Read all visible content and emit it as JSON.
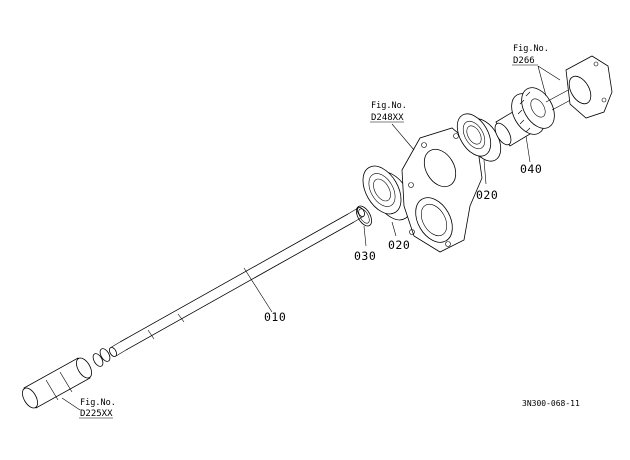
{
  "parts": [
    {
      "number": "010"
    },
    {
      "number": "020"
    },
    {
      "number": "020"
    },
    {
      "number": "030"
    },
    {
      "number": "040"
    }
  ],
  "figure_refs": [
    {
      "label": "Fig.No.",
      "code": "D266"
    },
    {
      "label": "Fig.No.",
      "code": "D248XX"
    },
    {
      "label": "Fig.No.",
      "code": "D225XX"
    }
  ],
  "drawing_code": "3N300-068-11"
}
